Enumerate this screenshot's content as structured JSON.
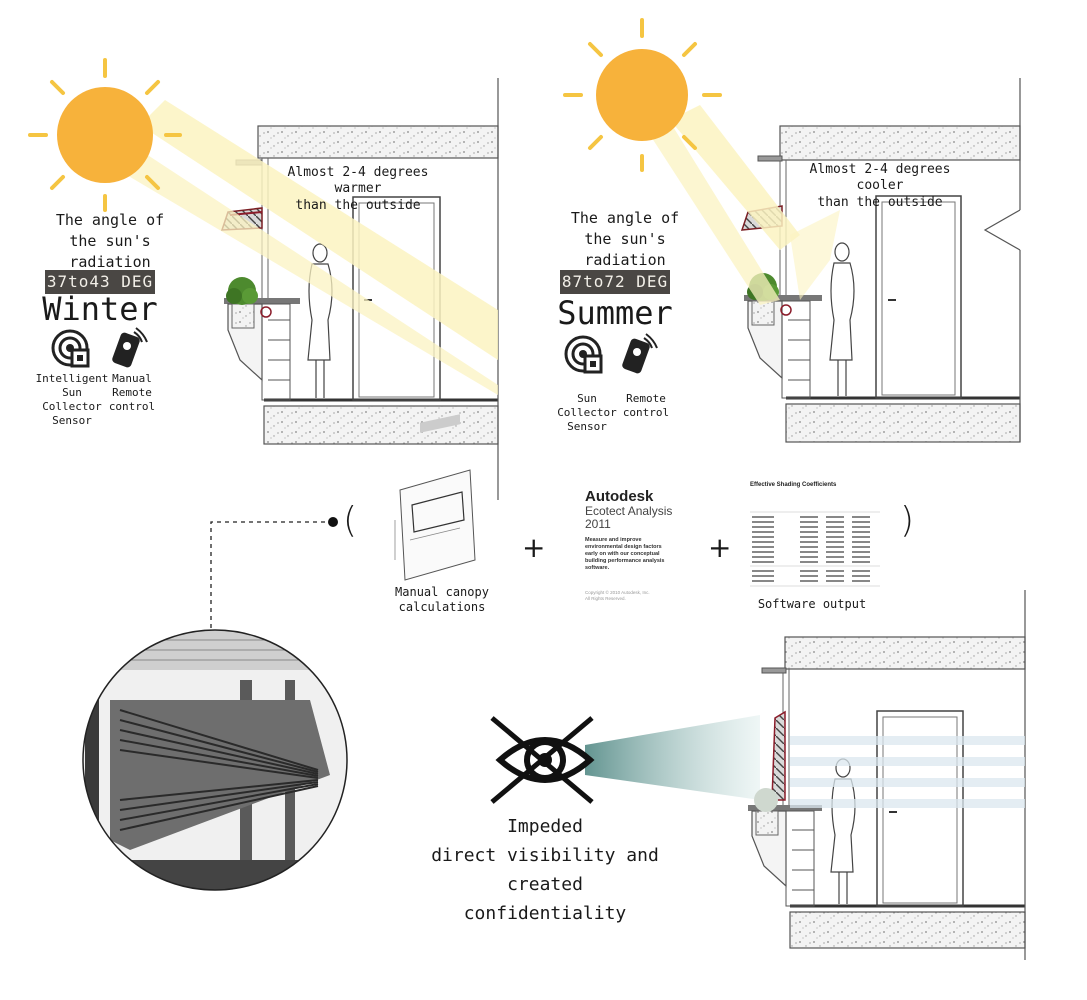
{
  "winter": {
    "inside_note_line1": "Almost 2-4 degrees warmer",
    "inside_note_line2": "than the outside",
    "angle_line1": "The angle of",
    "angle_line2": "the sun's",
    "angle_line3": "radiation",
    "degrees": "37to43 DEG",
    "season": "Winter",
    "sensor_line1": "Intelligent",
    "sensor_line2": "Sun Collector",
    "sensor_line3": "Sensor",
    "remote_line1": "Manual",
    "remote_line2": "Remote",
    "remote_line3": "control"
  },
  "summer": {
    "inside_note_line1": "Almost 2-4 degrees cooler",
    "inside_note_line2": "than the outside",
    "angle_line1": "The angle of",
    "angle_line2": "the sun's",
    "angle_line3": "radiation",
    "degrees": "87to72 DEG",
    "season": "Summer",
    "sensor_line1": "Sun Collector",
    "sensor_line2": "Sensor",
    "remote_line1": "Remote",
    "remote_line2": "control"
  },
  "method": {
    "open_paren": "(",
    "close_paren": ")",
    "plus": "+",
    "manual_line1": "Manual canopy",
    "manual_line2": "calculations",
    "software_label": "Software output",
    "autodesk_brand": "Autodesk",
    "autodesk_product": "Ecotect Analysis",
    "autodesk_year": "2011",
    "autodesk_desc_line1": "Measure and improve",
    "autodesk_desc_line2": "environmental design factors",
    "autodesk_desc_line3": "early on with our conceptual",
    "autodesk_desc_line4": "building performance analysis",
    "autodesk_desc_line5": "software.",
    "autodesk_copy_line1": "Copyright © 2010 Autodesk, Inc.",
    "autodesk_copy_line2": "All Rights Reserved.",
    "shading_title": "Effective Shading Coefficients"
  },
  "privacy": {
    "line1": "Impeded",
    "line2": "direct visibility and",
    "line3": "created",
    "line4": "confidentiality"
  },
  "colors": {
    "sun": "#f7b23b",
    "sun_ray": "#f5c542",
    "beam": "#fbf3c1",
    "wall": "#555555",
    "deg_box": "#4a4744",
    "view_cone": "#6f9c98"
  },
  "icons": [
    "sun-icon",
    "sensor-icon",
    "remote-control-icon",
    "crossed-eye-icon"
  ]
}
